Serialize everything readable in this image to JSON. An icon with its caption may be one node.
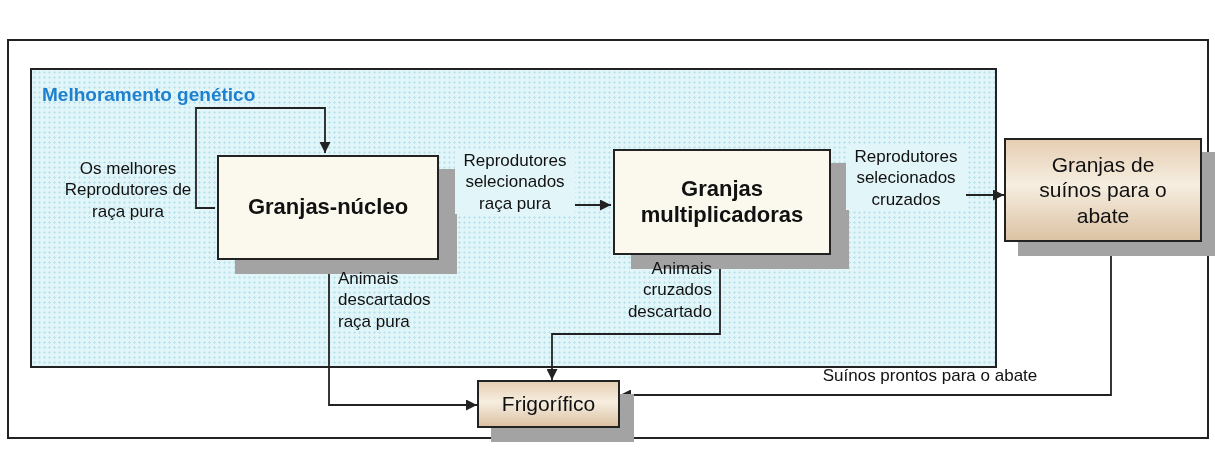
{
  "diagram": {
    "nodes": [
      {
        "text": [
          "Melhoramento genético"
        ]
      },
      {
        "text": [
          "Granjas-núcleo"
        ],
        "in": 0
      },
      {
        "text": [
          "Granjas multiplicadoras"
        ],
        "in": 0
      },
      {
        "text": [
          "Granjas de suínos para o abate"
        ]
      },
      {
        "text": [
          "Frigorífico"
        ]
      }
    ],
    "edges": [
      {
        "from": 1,
        "to": 1,
        "arrow": "to",
        "label": "Os melhores Reprodutores de raça pura"
      },
      {
        "from": 1,
        "to": 2,
        "arrow": "to",
        "label": "Reprodutores selecionados raça pura"
      },
      {
        "from": 2,
        "to": 3,
        "arrow": "to",
        "label": "Reprodutores selecionados cruzados"
      },
      {
        "from": 1,
        "to": 4,
        "arrow": "to",
        "label": "Animais descartados raça pura"
      },
      {
        "from": 2,
        "to": 4,
        "arrow": "to",
        "label": "Animais cruzados descartado"
      },
      {
        "from": 3,
        "to": 4,
        "arrow": "to",
        "label": "Suínos prontos para o abate"
      }
    ]
  }
}
